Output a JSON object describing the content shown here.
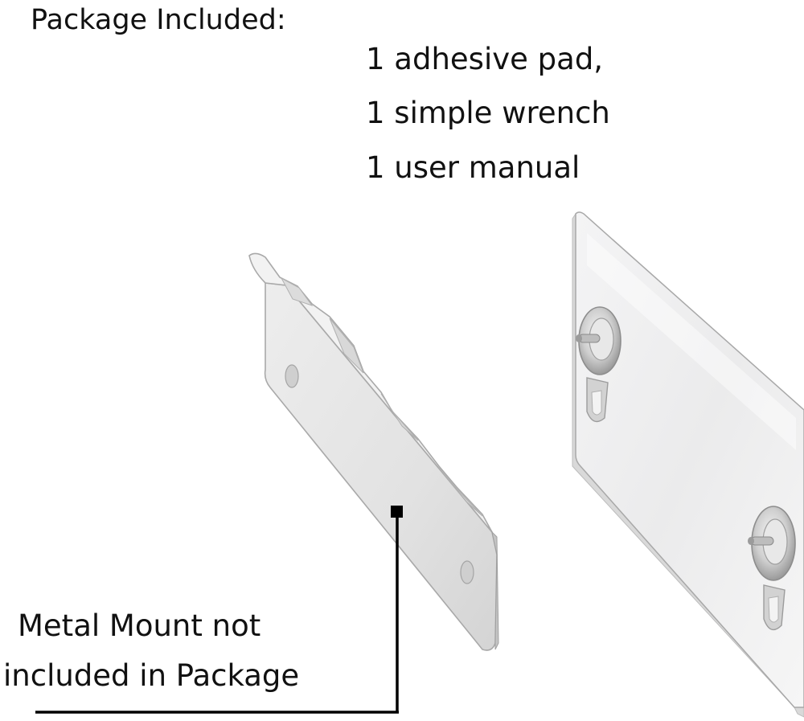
{
  "heading": "Package Included:",
  "items": [
    "1 adhesive pad,",
    "1 simple wrench",
    "1 user manual"
  ],
  "callout": {
    "line1": "Metal Mount not",
    "line2": "included in Package"
  },
  "colors": {
    "text": "#111111",
    "leader_line": "#000000",
    "metal_light": "#ececec",
    "metal_mid": "#d6d6d6",
    "pad_surface": "#eeeeef"
  }
}
